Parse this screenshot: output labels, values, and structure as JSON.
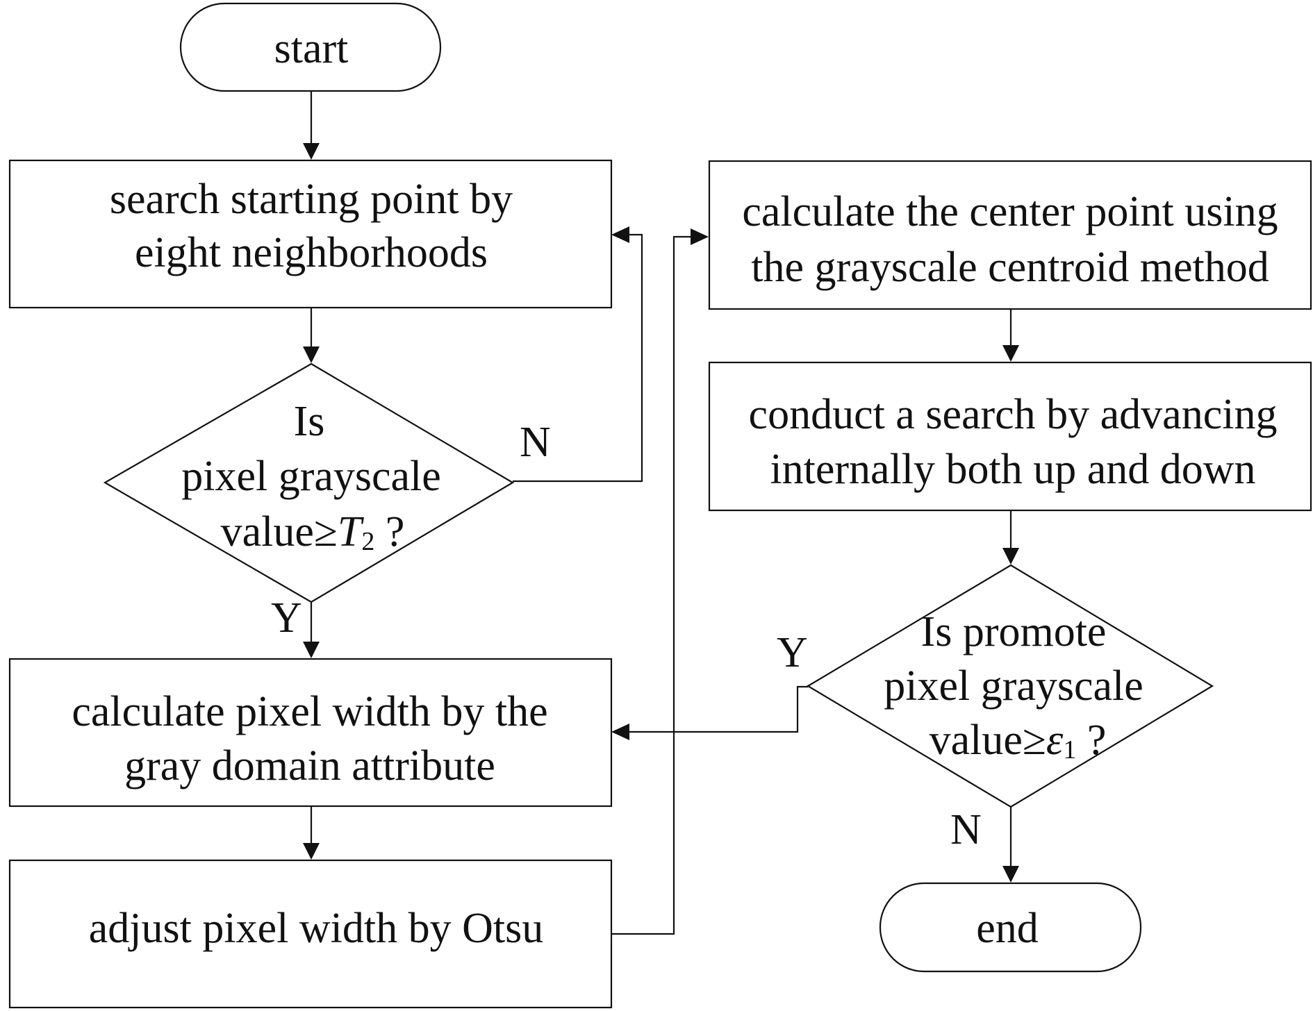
{
  "nodes": {
    "start": {
      "label": "start"
    },
    "search_start": {
      "line1": "search starting point by",
      "line2": "eight neighborhoods"
    },
    "decision_t2": {
      "line1": "Is",
      "line2": "pixel grayscale",
      "line3_prefix": "value≥",
      "line3_symbol": "T",
      "line3_subscript": "2",
      "line3_suffix": " ?"
    },
    "calc_width": {
      "line1": "calculate pixel width by the",
      "line2": "gray domain attribute"
    },
    "adjust_width": {
      "label": "adjust pixel width by Otsu"
    },
    "center_point": {
      "line1": "calculate the center point using",
      "line2": "the grayscale centroid method"
    },
    "internal_search": {
      "line1": "conduct a search by advancing",
      "line2": "internally both up and down"
    },
    "decision_e1": {
      "line1": "Is promote",
      "line2": "pixel grayscale",
      "line3_prefix": "value≥",
      "line3_symbol": "ε",
      "line3_subscript": "1",
      "line3_suffix": " ?"
    },
    "end": {
      "label": "end"
    }
  },
  "edge_labels": {
    "t2_no": "N",
    "t2_yes": "Y",
    "e1_yes": "Y",
    "e1_no": "N"
  }
}
